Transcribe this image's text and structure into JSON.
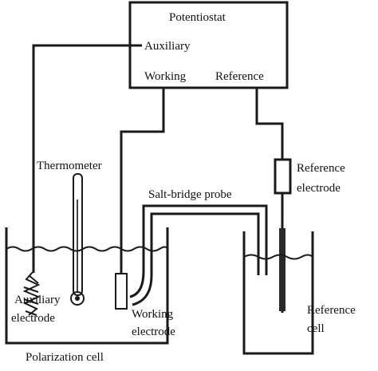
{
  "labels": {
    "potentiostat": "Potentiostat",
    "auxiliary_terminal": "Auxiliary",
    "working_terminal": "Working",
    "reference_terminal": "Reference",
    "thermometer": "Thermometer",
    "salt_bridge": "Salt-bridge probe",
    "reference_electrode_line1": "Reference",
    "reference_electrode_line2": "electrode",
    "auxiliary_electrode_line1": "Auxiliary",
    "auxiliary_electrode_line2": "electrode",
    "working_electrode_line1": "Working",
    "working_electrode_line2": "electrode",
    "reference_cell_line1": "Reference",
    "reference_cell_line2": "cell",
    "polarization_cell": "Polarization cell"
  }
}
